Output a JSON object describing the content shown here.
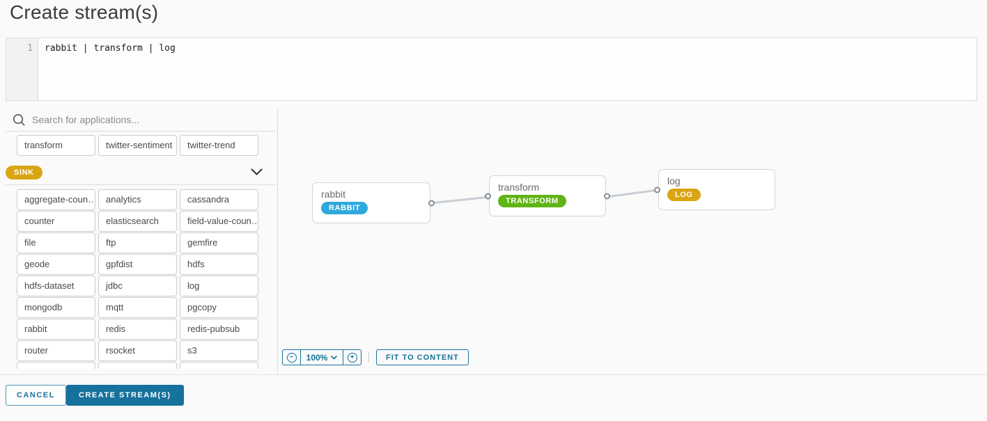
{
  "page": {
    "title": "Create stream(s)"
  },
  "editor": {
    "line_number": "1",
    "code": "rabbit | transform | log"
  },
  "palette": {
    "search_placeholder": "Search for applications...",
    "search_icon": "magnifier-icon",
    "recent_apps": [
      "transform",
      "twitter-sentiment",
      "twitter-trend"
    ],
    "section_label": "SINK",
    "section_chevron_icon": "chevron-down-icon",
    "apps": [
      "aggregate-coun…",
      "analytics",
      "cassandra",
      "counter",
      "elasticsearch",
      "field-value-coun…",
      "file",
      "ftp",
      "gemfire",
      "geode",
      "gpfdist",
      "hdfs",
      "hdfs-dataset",
      "jdbc",
      "log",
      "mongodb",
      "mqtt",
      "pgcopy",
      "rabbit",
      "redis",
      "redis-pubsub",
      "router",
      "rsocket",
      "s3"
    ]
  },
  "canvas": {
    "nodes": [
      {
        "name": "rabbit",
        "badge": "RABBIT",
        "type": "source"
      },
      {
        "name": "transform",
        "badge": "TRANSFORM",
        "type": "processor"
      },
      {
        "name": "log",
        "badge": "LOG",
        "type": "sink"
      }
    ],
    "toolbar": {
      "zoom_out_glyph": "−",
      "zoom_level": "100%",
      "zoom_in_glyph": "+",
      "fit_button": "FIT TO CONTENT"
    }
  },
  "footer": {
    "cancel_button": "CANCEL",
    "create_button": "CREATE STREAM(S)"
  },
  "colors": {
    "accent": "#16719c",
    "source_badge": "#2fa8dc",
    "processor_badge": "#60b515",
    "sink_badge": "#d9a514",
    "connection": "#c8ced4"
  }
}
